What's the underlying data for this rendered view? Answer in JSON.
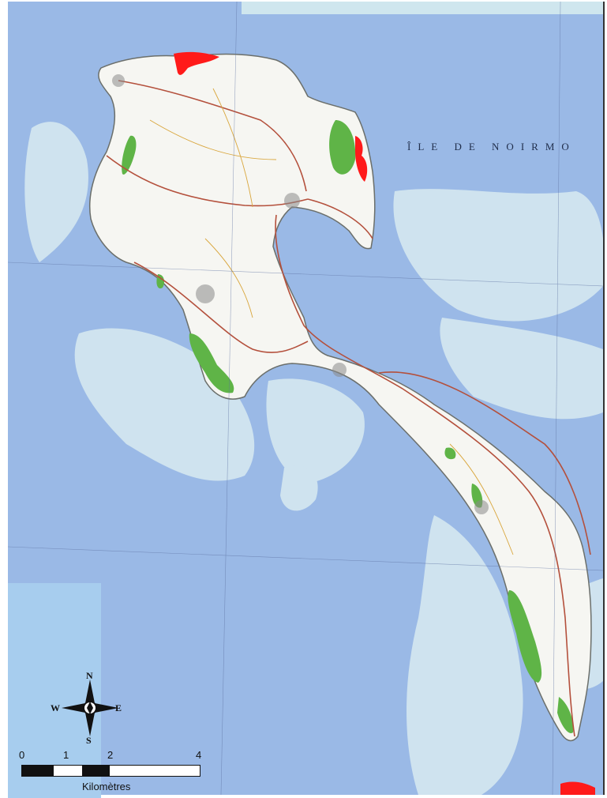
{
  "map": {
    "island_label": "ÎLE DE NOIRMO",
    "colors": {
      "sea": "#9ab9e6",
      "shallows": "#cfe3ef",
      "land": "#f6f6f2",
      "forest": "#5fb447",
      "highlight": "#ff1a1a",
      "roads": "#b4503c"
    }
  },
  "compass": {
    "north": "N",
    "south": "S",
    "east": "E",
    "west": "W"
  },
  "scale_bar": {
    "ticks": [
      "0",
      "1",
      "2",
      "4"
    ],
    "units": "Kilomètres"
  }
}
